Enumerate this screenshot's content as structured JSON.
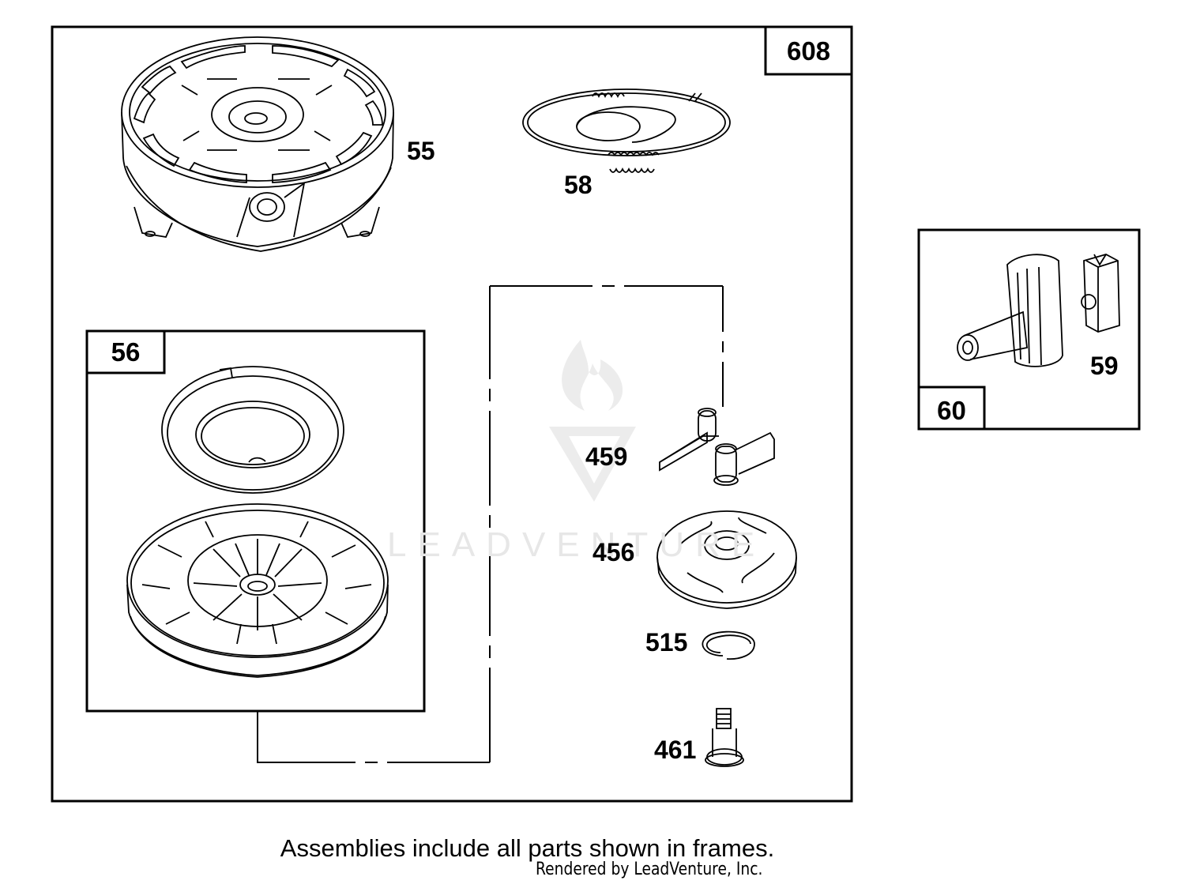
{
  "diagram": {
    "frames": {
      "main": "608",
      "spring_pulley": "56",
      "handle": "60"
    },
    "callouts": {
      "housing": "55",
      "rope": "58",
      "pawl": "459",
      "retainer": "456",
      "clip": "515",
      "screw": "461",
      "handle_insert": "59"
    },
    "watermark": "LEADVENTURE",
    "caption": "Assemblies include all parts shown in frames.",
    "credit": "Rendered by LeadVenture, Inc."
  }
}
